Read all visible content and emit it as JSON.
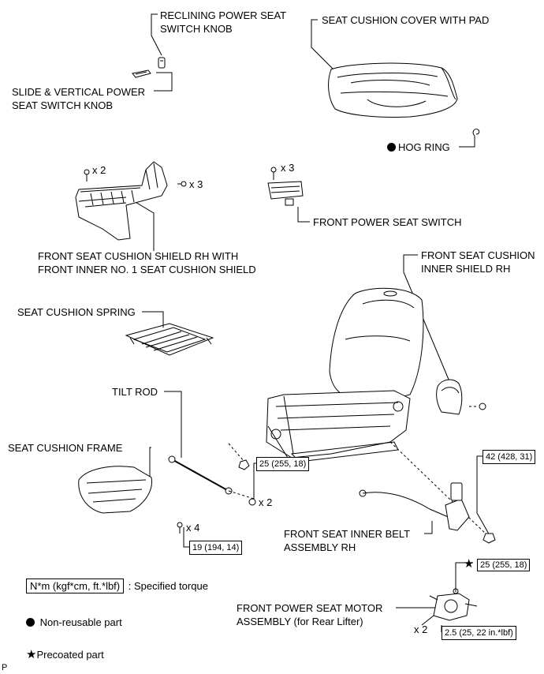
{
  "parts": {
    "reclining_knob": "RECLINING POWER SEAT SWITCH KNOB",
    "slide_knob": "SLIDE & VERTICAL POWER SEAT SWITCH KNOB",
    "cushion_cover": "SEAT CUSHION COVER WITH PAD",
    "hog_ring": "HOG RING",
    "cushion_shield": "FRONT SEAT CUSHION SHIELD RH WITH FRONT INNER NO. 1 SEAT CUSHION SHIELD",
    "power_switch": "FRONT POWER SEAT SWITCH",
    "inner_shield": "FRONT SEAT CUSHION INNER SHIELD RH",
    "cushion_spring": "SEAT CUSHION SPRING",
    "tilt_rod": "TILT ROD",
    "cushion_frame": "SEAT CUSHION FRAME",
    "inner_belt": "FRONT SEAT INNER BELT ASSEMBLY RH",
    "motor": "FRONT POWER SEAT MOTOR ASSEMBLY (for Rear Lifter)"
  },
  "quantities": {
    "shield_screws": "x 2",
    "shield_bolts": "x 3",
    "switch_screws": "x 3",
    "tilt_rod_bolts": "x 2",
    "frame_bolts": "x 4",
    "motor_bolts": "x 2"
  },
  "torques": {
    "tilt_rod": "25 (255, 18)",
    "belt": "42 (428, 31)",
    "frame": "19 (194, 14)",
    "motor_top": "25 (255, 18)",
    "motor_bottom": "2.5 (25, 22 in.*lbf)"
  },
  "legend": {
    "torque_unit": "N*m (kgf*cm, ft.*lbf)",
    "torque_desc": ": Specified torque",
    "non_reusable": "Non-reusable part",
    "precoated": "Precoated part"
  },
  "corner_mark": "P"
}
